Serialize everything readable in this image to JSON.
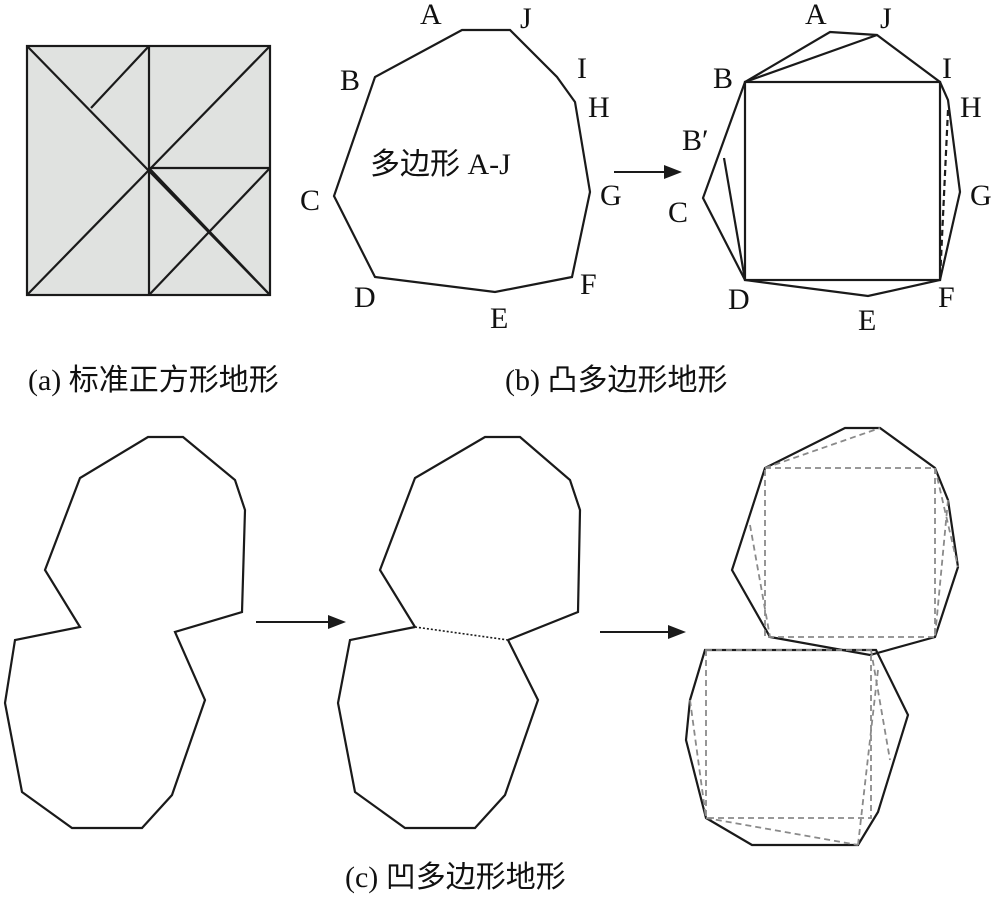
{
  "panel_a": {
    "caption": "(a) 标准正方形地形"
  },
  "panel_b": {
    "caption": "(b) 凸多边形地形",
    "polygon_label": "多边形 A-J",
    "vertex_labels_left": [
      "A",
      "J",
      "I",
      "H",
      "G",
      "F",
      "E",
      "D",
      "C",
      "B"
    ],
    "vertex_labels_right": [
      "A",
      "J",
      "I",
      "H",
      "G",
      "F",
      "E",
      "D",
      "C",
      "B′",
      "B"
    ]
  },
  "panel_c": {
    "caption": "(c) 凹多边形地形"
  },
  "colors": {
    "stroke": "#1a1a1a",
    "fill_square": "#e0e2e0",
    "dashed": "#888888"
  }
}
